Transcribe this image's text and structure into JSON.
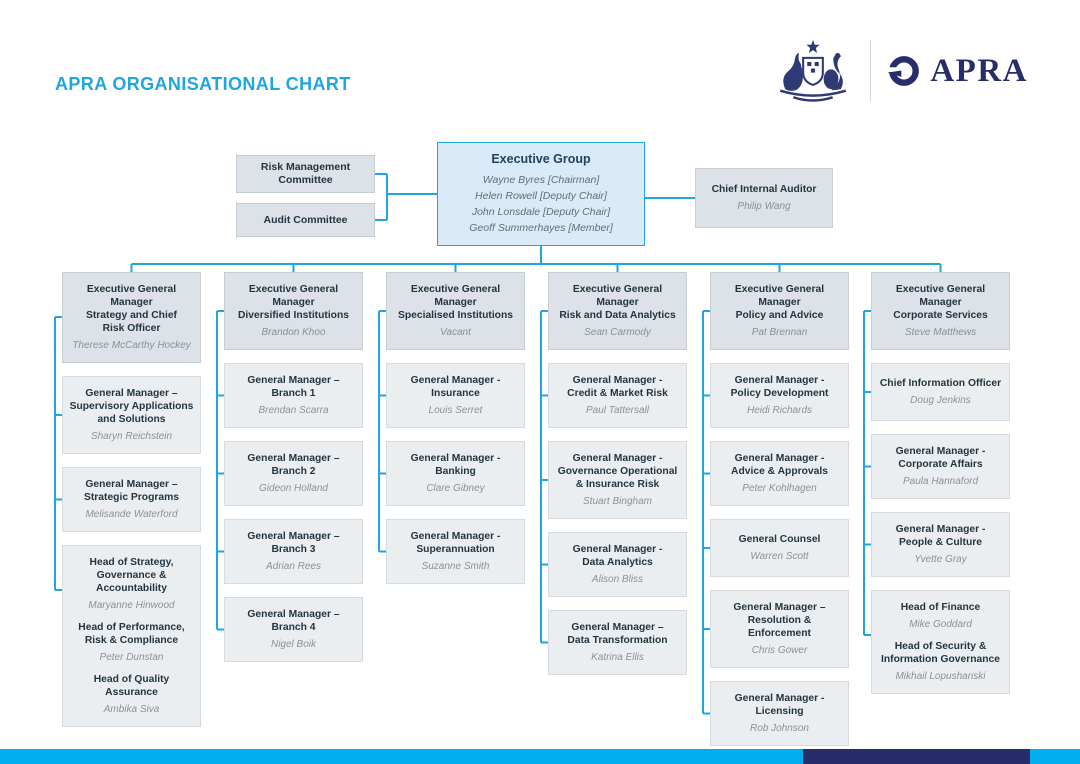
{
  "colors": {
    "accent": "#1fa6df",
    "cyan": "#00aeef",
    "navy": "#272d69"
  },
  "header": {
    "title": "APRA ORGANISATIONAL CHART",
    "logo_text": "APRA"
  },
  "committees": [
    {
      "label": "Risk Management\nCommittee"
    },
    {
      "label": "Audit Committee"
    }
  ],
  "executive_group": {
    "title": "Executive Group",
    "members": [
      "Wayne Byres [Chairman]",
      "Helen Rowell [Deputy Chair]",
      "John Lonsdale [Deputy Chair]",
      "Geoff Summerhayes [Member]"
    ]
  },
  "chief_internal_auditor": {
    "title": "Chief Internal Auditor",
    "name": "Philip Wang"
  },
  "columns": [
    {
      "nodes": [
        {
          "roles": [
            {
              "title": "Executive General Manager\nStrategy and Chief\nRisk Officer",
              "name": "Therese McCarthy Hockey"
            }
          ]
        },
        {
          "roles": [
            {
              "title": "General Manager –\nSupervisory Applications\nand Solutions",
              "name": "Sharyn Reichstein"
            }
          ]
        },
        {
          "roles": [
            {
              "title": "General Manager –\nStrategic Programs",
              "name": "Melisande Waterford"
            }
          ]
        },
        {
          "roles": [
            {
              "title": "Head of Strategy,\nGovernance & Accountability",
              "name": "Maryanne Hinwood"
            },
            {
              "title": "Head of Performance,\nRisk & Compliance",
              "name": "Peter Dunstan"
            },
            {
              "title": "Head of Quality Assurance",
              "name": "Ambika Siva"
            }
          ]
        }
      ]
    },
    {
      "nodes": [
        {
          "roles": [
            {
              "title": "Executive General Manager\nDiversified Institutions",
              "name": "Brandon Khoo"
            }
          ]
        },
        {
          "roles": [
            {
              "title": "General Manager –\nBranch 1",
              "name": "Brendan Scarra"
            }
          ]
        },
        {
          "roles": [
            {
              "title": "General Manager –\nBranch 2",
              "name": "Gideon Holland"
            }
          ]
        },
        {
          "roles": [
            {
              "title": "General Manager –\nBranch 3",
              "name": "Adrian Rees"
            }
          ]
        },
        {
          "roles": [
            {
              "title": "General Manager –\nBranch 4",
              "name": "Nigel Boik"
            }
          ]
        }
      ]
    },
    {
      "nodes": [
        {
          "roles": [
            {
              "title": "Executive General Manager\nSpecialised Institutions",
              "name": "Vacant"
            }
          ]
        },
        {
          "roles": [
            {
              "title": "General Manager -\nInsurance",
              "name": "Louis Serret"
            }
          ]
        },
        {
          "roles": [
            {
              "title": "General Manager -\nBanking",
              "name": "Clare Gibney"
            }
          ]
        },
        {
          "roles": [
            {
              "title": "General Manager -\nSuperannuation",
              "name": "Suzanne Smith"
            }
          ]
        }
      ]
    },
    {
      "nodes": [
        {
          "roles": [
            {
              "title": "Executive General Manager\nRisk and Data Analytics",
              "name": "Sean Carmody"
            }
          ]
        },
        {
          "roles": [
            {
              "title": "General Manager -\nCredit & Market Risk",
              "name": "Paul Tattersall"
            }
          ]
        },
        {
          "roles": [
            {
              "title": "General Manager -\nGovernance Operational\n& Insurance Risk",
              "name": "Stuart Bingham"
            }
          ]
        },
        {
          "roles": [
            {
              "title": "General Manager -\nData Analytics",
              "name": "Alison Bliss"
            }
          ]
        },
        {
          "roles": [
            {
              "title": "General Manager –\nData Transformation",
              "name": "Katrina Ellis"
            }
          ]
        }
      ]
    },
    {
      "nodes": [
        {
          "roles": [
            {
              "title": "Executive General Manager\nPolicy and Advice",
              "name": "Pat Brennan"
            }
          ]
        },
        {
          "roles": [
            {
              "title": "General Manager -\nPolicy Development",
              "name": "Heidi Richards"
            }
          ]
        },
        {
          "roles": [
            {
              "title": "General Manager -\nAdvice & Approvals",
              "name": "Peter Kohlhagen"
            }
          ]
        },
        {
          "roles": [
            {
              "title": "General Counsel",
              "name": "Warren Scott"
            }
          ]
        },
        {
          "roles": [
            {
              "title": "General Manager –\nResolution & Enforcement",
              "name": "Chris Gower"
            }
          ]
        },
        {
          "roles": [
            {
              "title": "General Manager -\nLicensing",
              "name": "Rob Johnson"
            }
          ]
        }
      ]
    },
    {
      "nodes": [
        {
          "roles": [
            {
              "title": "Executive General Manager\nCorporate Services",
              "name": "Steve Matthews"
            }
          ]
        },
        {
          "roles": [
            {
              "title": "Chief Information Officer",
              "name": "Doug Jenkins"
            }
          ]
        },
        {
          "roles": [
            {
              "title": "General Manager -\nCorporate Affairs",
              "name": "Paula Hannaford"
            }
          ]
        },
        {
          "roles": [
            {
              "title": "General Manager -\nPeople & Culture",
              "name": "Yvette Gray"
            }
          ]
        },
        {
          "roles": [
            {
              "title": "Head of Finance",
              "name": "Mike Goddard"
            },
            {
              "title": "Head of Security &\nInformation Governance",
              "name": "Mikhail Lopushanski"
            }
          ]
        }
      ]
    }
  ]
}
